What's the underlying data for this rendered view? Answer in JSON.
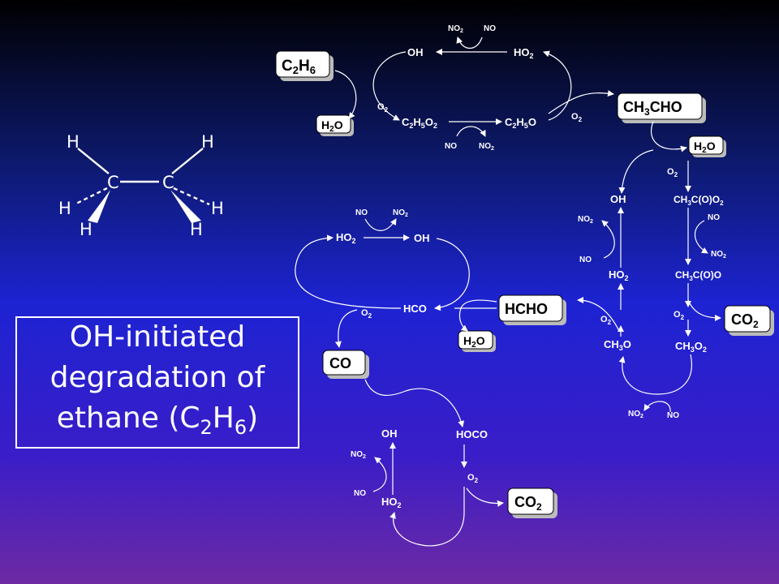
{
  "title": {
    "line1": "OH-initiated",
    "line2": "degradation of",
    "line3_prefix": "ethane (C",
    "line3_sub1": "2",
    "line3_mid": "H",
    "line3_sub2": "6",
    "line3_suffix": ")"
  },
  "molecule": {
    "carbon_label": "C",
    "hydrogen_label": "H"
  },
  "species": {
    "c2h6": {
      "base": "C",
      "sub1": "2",
      "mid": "H",
      "sub2": "6"
    },
    "ch3cho": {
      "base": "CH",
      "sub": "3",
      "rest": "CHO"
    },
    "hcho": "HCHO",
    "co": "CO",
    "co2": {
      "base": "CO",
      "sub": "2"
    },
    "h2o": {
      "base": "H",
      "sub": "2",
      "rest": "O"
    }
  },
  "labels": {
    "oh": "OH",
    "ho2": {
      "base": "HO",
      "sub": "2"
    },
    "no": "NO",
    "no2": {
      "base": "NO",
      "sub": "2"
    },
    "o2": {
      "base": "O",
      "sub": "2"
    },
    "c2h5o2": "C2H5O2",
    "c2h5o": "C2H5O",
    "ch3co_o2": {
      "base": "CH",
      "sub": "3",
      "rest": "C(O)O",
      "sub2": "2"
    },
    "ch3co_o": {
      "base": "CH",
      "sub": "3",
      "rest": "C(O)O"
    },
    "ch3o2": {
      "base": "CH",
      "sub": "3",
      "rest": "O",
      "sub2": "2"
    },
    "ch3o": {
      "base": "CH",
      "sub": "3",
      "rest": "O"
    },
    "hco": "HCO",
    "hoco": "HOCO"
  }
}
